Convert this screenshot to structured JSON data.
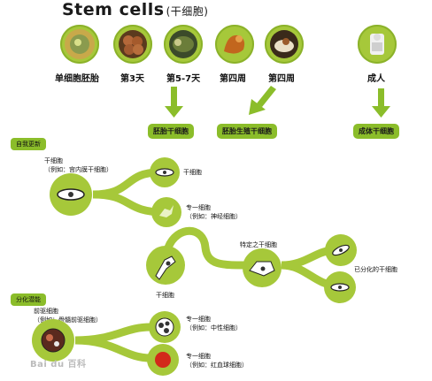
{
  "title": {
    "main": "Stem   cells",
    "sub": "(干细胞)"
  },
  "stages": [
    {
      "label": "单细胞胚胎"
    },
    {
      "label": "第3天"
    },
    {
      "label": "第5-7天"
    },
    {
      "label": "第四周"
    },
    {
      "label": "第四周"
    },
    {
      "label": "成人"
    }
  ],
  "derived": [
    {
      "label": "胚胎干细胞"
    },
    {
      "label": "胚胎生殖干细胞"
    },
    {
      "label": "成体干细胞"
    }
  ],
  "section_self_renewal": {
    "tag": "自我更新",
    "source_line1": "干细胞",
    "source_line2": "（例如：宫内膜干细胞）",
    "top_label": "干细胞",
    "bottom_line1": "专一细胞",
    "bottom_line2": "（例如：神经细胞）"
  },
  "section_middle": {
    "source_label": "干细胞",
    "specific_label": "特定之干细胞",
    "differentiated_label": "已分化的干细胞"
  },
  "section_potency": {
    "tag": "分化潜能",
    "source_line1": "前驱细胞",
    "source_line2": "（例如：骨髓前驱细胞）",
    "top_line1": "专一细胞",
    "top_line2": "（例如：中性细胞）",
    "bottom_line1": "专一细胞",
    "bottom_line2": "（例如：红血球细胞）"
  },
  "watermark": "Bai du 百科",
  "colors": {
    "green": "#8bbd2a",
    "light_green": "#a6c83a",
    "dark_green": "#6f9a1c"
  }
}
